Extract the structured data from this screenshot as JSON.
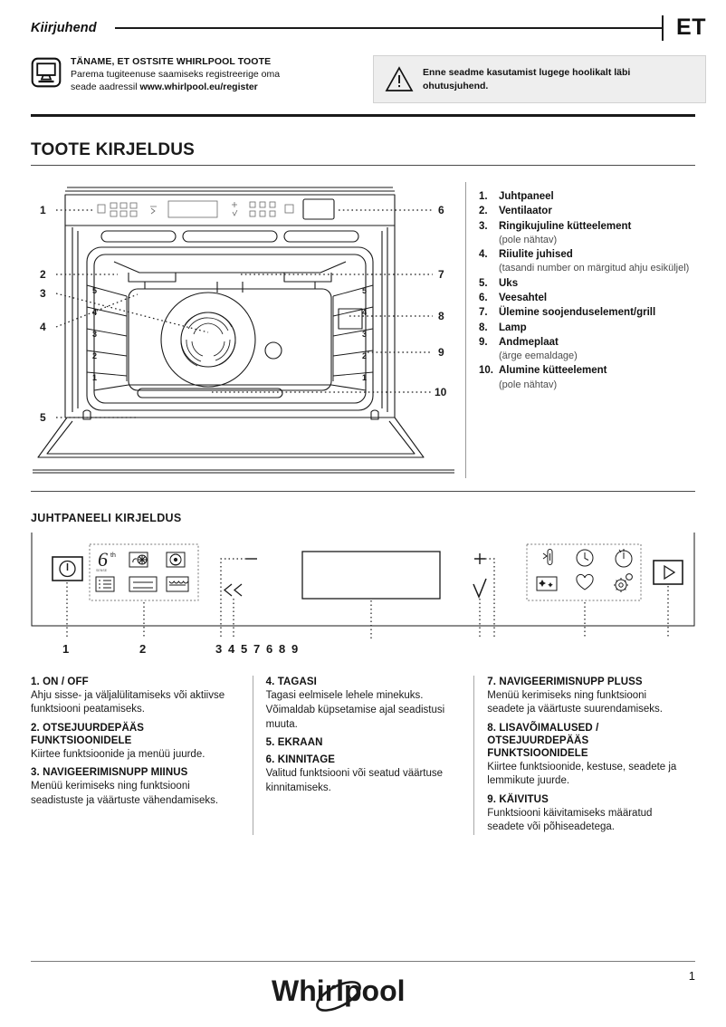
{
  "header": {
    "title": "Kiirjuhend",
    "language": "ET"
  },
  "intro": {
    "icon": "monitor-icon",
    "heading": "TÄNAME, ET OSTSITE WHIRLPOOL TOOTE",
    "line2": "Parema tugiteenuse saamiseks registreerige oma",
    "line3_prefix": "seade aadressil ",
    "line3_bold": "www.whirlpool.eu/register",
    "warning_icon": "warning-triangle-icon",
    "warning_line1": "Enne seadme kasutamist lugege hoolikalt läbi",
    "warning_line2": "ohutusjuhend."
  },
  "product_section": {
    "title": "TOOTE KIRJELDUS",
    "legend": [
      {
        "num": "1.",
        "label": "Juhtpaneel",
        "sub": ""
      },
      {
        "num": "2.",
        "label": "Ventilaator",
        "sub": ""
      },
      {
        "num": "3.",
        "label": "Ringikujuline kütteelement",
        "sub": "(pole nähtav)"
      },
      {
        "num": "4.",
        "label": "Riiulite juhised",
        "sub": "(tasandi number on märgitud ahju esiküljel)"
      },
      {
        "num": "5.",
        "label": "Uks",
        "sub": ""
      },
      {
        "num": "6.",
        "label": "Veesahtel",
        "sub": ""
      },
      {
        "num": "7.",
        "label": "Ülemine soojenduselement/grill",
        "sub": ""
      },
      {
        "num": "8.",
        "label": "Lamp",
        "sub": ""
      },
      {
        "num": "9.",
        "label": "Andmeplaat",
        "sub": "(ärge eemaldage)"
      },
      {
        "num": "10.",
        "label": "Alumine kütteelement",
        "sub": "(pole nähtav)"
      }
    ],
    "callouts_left": [
      "1",
      "2",
      "3",
      "4",
      "5"
    ],
    "callouts_right": [
      "6",
      "7",
      "8",
      "9",
      "10"
    ],
    "shelf_levels": [
      "5",
      "4",
      "3",
      "2",
      "1"
    ]
  },
  "control_panel_section": {
    "title": "JUHTPANEELI KIRJELDUS",
    "callout_labels": [
      "1",
      "2",
      "3",
      "4",
      "5",
      "7",
      "6",
      "8",
      "9"
    ],
    "icons_left_group": [
      "sixth-sense-icon",
      "defrost-icon",
      "forced-air-icon",
      "menu-list-icon",
      "bottom-heat-icon",
      "grill-icon"
    ],
    "icons_right_group": [
      "temperature-probe-icon",
      "clock-icon",
      "timer-icon",
      "clean-icon",
      "favourites-heart-icon",
      "settings-gear-icon"
    ],
    "power_icon": "power-on-off-icon",
    "back_icon": "back-rewind-icon",
    "minus_icon": "minus-icon",
    "plus_icon": "plus-icon",
    "confirm_icon": "checkmark-icon",
    "start_icon": "play-start-icon",
    "display_label": "display-screen"
  },
  "descriptions": {
    "col1": [
      {
        "heading": "1. ON / OFF",
        "body": "Ahju sisse- ja väljalülitamiseks või aktiivse funktsiooni peatamiseks."
      },
      {
        "heading": "2. OTSEJUURDEPÄÄS FUNKTSIOONIDELE",
        "body": "Kiirtee funktsioonide ja menüü juurde."
      },
      {
        "heading": "3. NAVIGEERIMISNUPP MIINUS",
        "body": "Menüü kerimiseks ning funktsiooni seadistuste ja väärtuste vähendamiseks."
      }
    ],
    "col2": [
      {
        "heading": "4. TAGASI",
        "body": "Tagasi eelmisele lehele minekuks.",
        "body2": "Võimaldab küpsetamise ajal seadistusi muuta."
      },
      {
        "heading": "5. EKRAAN",
        "body": ""
      },
      {
        "heading": "6. KINNITAGE",
        "body": "Valitud funktsiooni või seatud väärtuse kinnitamiseks."
      }
    ],
    "col3": [
      {
        "heading": "7. NAVIGEERIMISNUPP PLUSS",
        "body": "Menüü kerimiseks ning funktsiooni seadete ja väärtuste suurendamiseks."
      },
      {
        "heading": "8. LISAVÕIMALUSED / OTSEJUURDEPÄÄS FUNKTSIOONIDELE",
        "body": "Kiirtee funktsioonide, kestuse, seadete ja lemmikute juurde."
      },
      {
        "heading": "9. KÄIVITUS",
        "body": "Funktsiooni käivitamiseks määratud seadete või põhiseadetega."
      }
    ]
  },
  "footer": {
    "brand": "Whirlpool",
    "page_number": "1"
  }
}
